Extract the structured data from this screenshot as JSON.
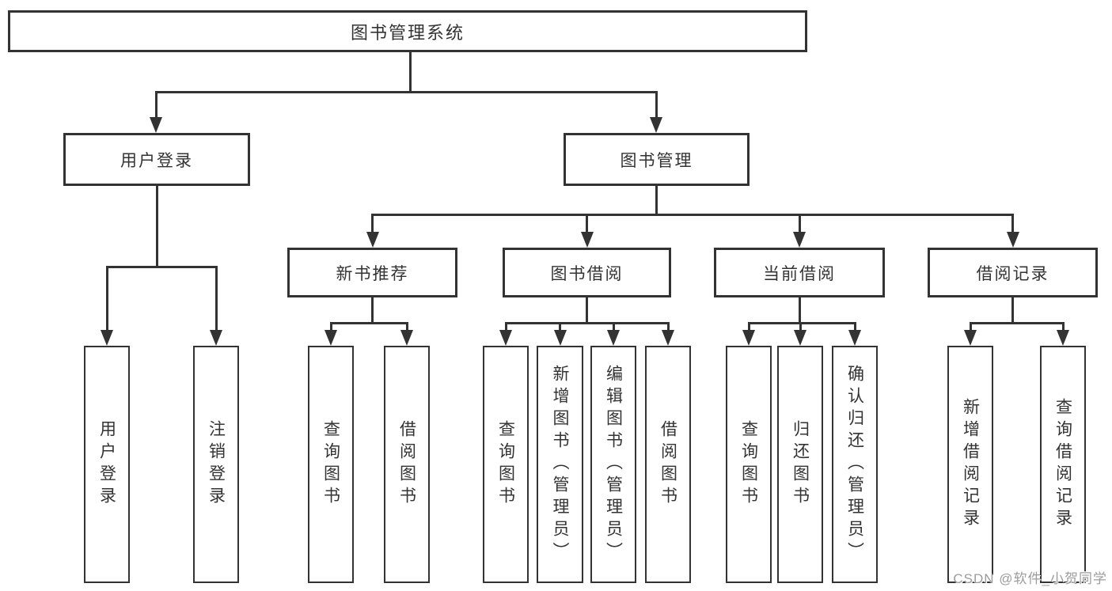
{
  "diagram": {
    "root": {
      "label": "图书管理系统"
    },
    "level2": [
      {
        "label": "用户登录"
      },
      {
        "label": "图书管理"
      }
    ],
    "level3": [
      {
        "label": "新书推荐"
      },
      {
        "label": "图书借阅"
      },
      {
        "label": "当前借阅"
      },
      {
        "label": "借阅记录"
      }
    ],
    "leaves": [
      {
        "label": "用户登录"
      },
      {
        "label": "注销登录"
      },
      {
        "label": "查询图书"
      },
      {
        "label": "借阅图书"
      },
      {
        "label": "查询图书"
      },
      {
        "label": "新增图书（管理员）"
      },
      {
        "label": "编辑图书（管理员）"
      },
      {
        "label": "借阅图书"
      },
      {
        "label": "查询图书"
      },
      {
        "label": "归还图书"
      },
      {
        "label": "确认归还（管理员）"
      },
      {
        "label": "新增借阅记录"
      },
      {
        "label": "查询借阅记录"
      }
    ],
    "watermark": {
      "text": "CSDN @软件_小贺同学"
    },
    "colors": {
      "line": "#333333",
      "text": "#333333",
      "box_background": "#ffffff",
      "page_background": "#ffffff",
      "watermark": "#9c9c9c"
    }
  }
}
